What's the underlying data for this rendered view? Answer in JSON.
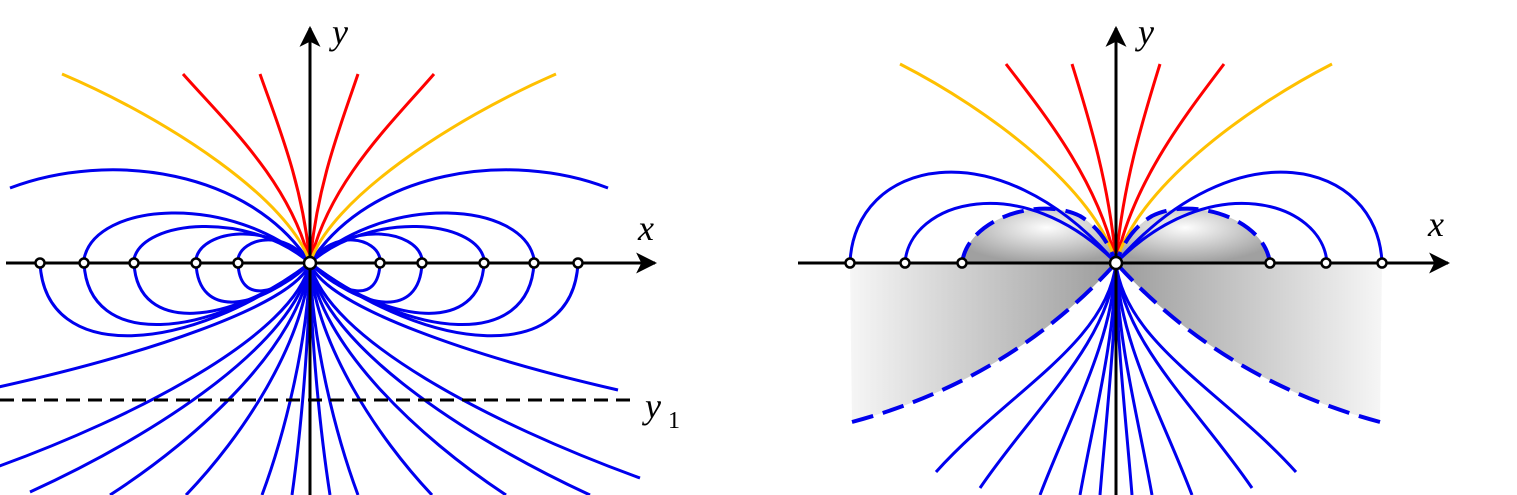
{
  "colors": {
    "blue": "#0000ee",
    "red": "#ff0000",
    "gold": "#ffc000",
    "black": "#000000",
    "shade_light": "#f8f8f8",
    "shade_dark": "#a8a8a8"
  },
  "left": {
    "x_label": "x",
    "y_label": "y",
    "dashed_label": "y",
    "dashed_label_sub": "1"
  },
  "right": {
    "x_label": "x",
    "y_label": "y"
  }
}
